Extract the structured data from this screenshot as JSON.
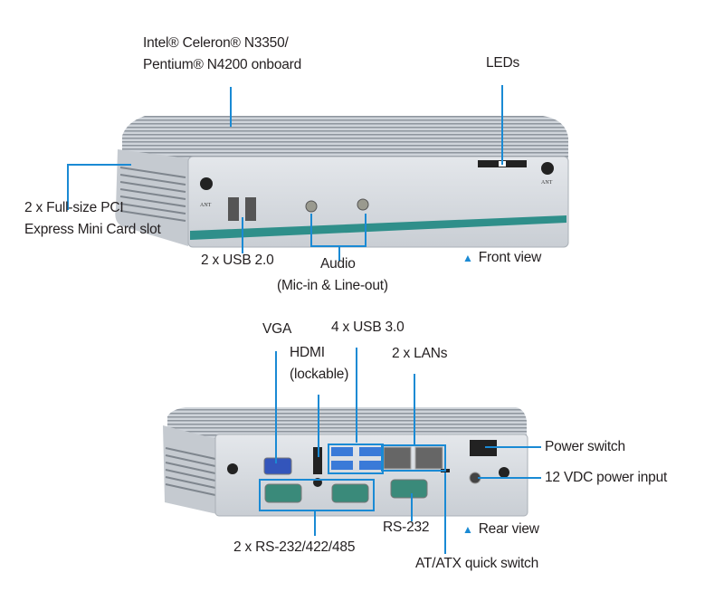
{
  "front": {
    "cpu_line1": "Intel® Celeron® N3350/",
    "cpu_line2": "Pentium® N4200 onboard",
    "leds": "LEDs",
    "pcie_line1": "2 x Full-size PCI",
    "pcie_line2": "Express Mini Card slot",
    "usb2": "2 x USB 2.0",
    "audio_line1": "Audio",
    "audio_line2": "(Mic-in & Line-out)",
    "view_label": "Front view",
    "panel_ant": "ANT"
  },
  "rear": {
    "vga": "VGA",
    "hdmi_line1": "HDMI",
    "hdmi_line2": "(lockable)",
    "usb3": "4 x USB 3.0",
    "lans": "2 x LANs",
    "power_switch": "Power switch",
    "dc_input": "12 VDC power input",
    "rs232": "RS-232",
    "rs_multi": "2 x RS-232/422/485",
    "atatx": "AT/ATX quick switch",
    "view_label": "Rear view",
    "triangle": "▲"
  },
  "colors": {
    "callout": "#1a8ad4",
    "accent_stripe": "#2f8f8a",
    "chassis": "#d9dde2"
  }
}
